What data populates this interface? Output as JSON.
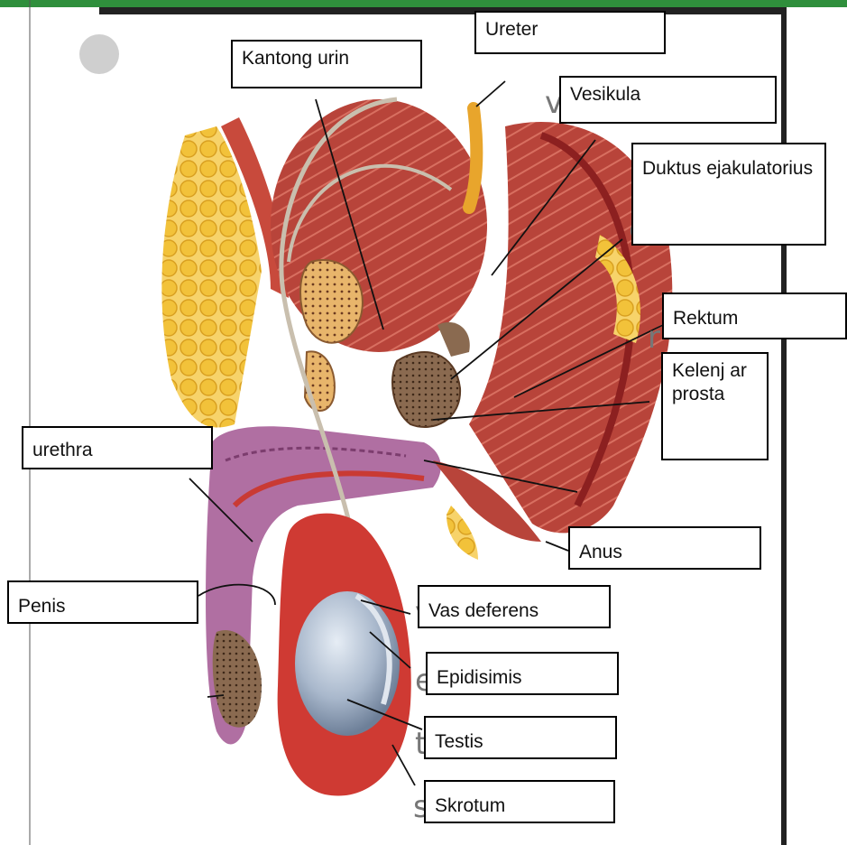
{
  "diagram": {
    "labels": {
      "ureter": "Ureter",
      "kantong_urin": "Kantong urin",
      "vesikula": "Vesikula",
      "duktus": "Duktus ejakulatorius",
      "rektum": "Rektum",
      "kelenjar": "Kelenj ar prosta",
      "urethra": "urethra",
      "anus": "Anus",
      "penis": "Penis",
      "vas_deferens": "Vas deferens",
      "epidisimis": "Epidisimis",
      "testis": "Testis",
      "skrotum": "Skrotum"
    },
    "colors": {
      "muscle": "#b8443a",
      "fat": "#f2c23a",
      "bone": "#e8b56b",
      "penis": "#b06fa2",
      "testis": "#9fb0c6",
      "scrotum": "#cf3a33",
      "ureter": "#e8a52c"
    }
  }
}
